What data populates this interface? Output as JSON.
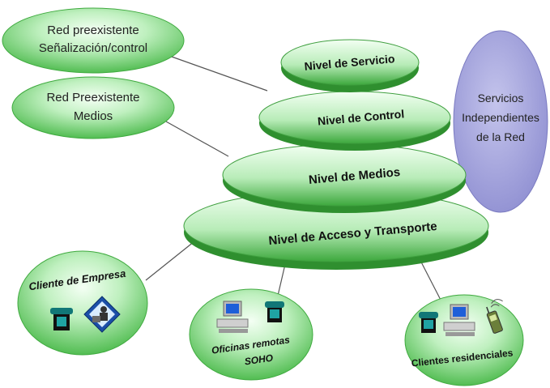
{
  "network_boxes": {
    "signaling": {
      "line1": "Red preexistente",
      "line2": "Señalización/control"
    },
    "media": {
      "line1": "Red Preexistente",
      "line2": "Medios"
    }
  },
  "layers": {
    "service": "Nivel de Servicio",
    "control": "Nivel de Control",
    "media": "Nivel de Medios",
    "access_transport": "Nivel de Acceso y Transporte"
  },
  "independent_services": {
    "line1": "Servicios",
    "line2": "Independientes",
    "line3": "de la Red"
  },
  "clients": {
    "enterprise": "Cliente de Empresa",
    "remote_offices": {
      "line1": "Oficinas remotas",
      "line2": "SOHO"
    },
    "residential": "Clientes residenciales"
  },
  "colors": {
    "green_light": "#e6fbe6",
    "green_mid": "#9fe59f",
    "green_dark": "#3fb03f",
    "lavender": "#a9a9dc",
    "lavender_dark": "#8686c6",
    "line": "#555555"
  },
  "icons": [
    "phone-icon",
    "computer-user-icon",
    "computer-icon",
    "mobile-phone-icon"
  ]
}
